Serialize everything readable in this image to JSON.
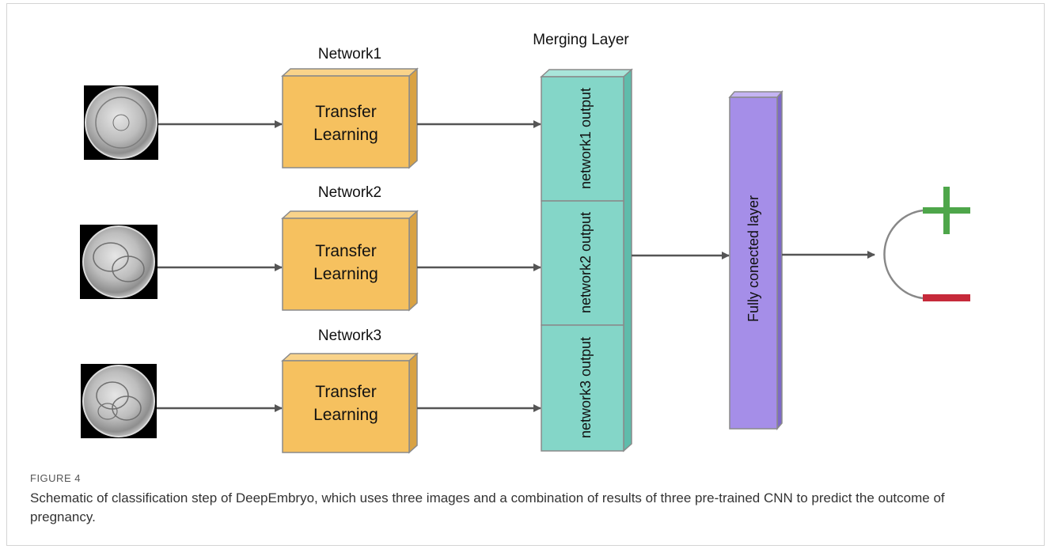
{
  "diagram": {
    "networks": [
      {
        "title": "Network1",
        "block_line1": "Transfer",
        "block_line2": "Learning"
      },
      {
        "title": "Network2",
        "block_line1": "Transfer",
        "block_line2": "Learning"
      },
      {
        "title": "Network3",
        "block_line1": "Transfer",
        "block_line2": "Learning"
      }
    ],
    "merging_layer": {
      "title": "Merging Layer",
      "outputs": [
        "network1 output",
        "network2 output",
        "network3 output"
      ]
    },
    "fc_layer": {
      "label": "Fully conected layer"
    },
    "outcome_symbols": {
      "positive": "+",
      "negative": "−"
    },
    "colors": {
      "transfer_block": "#f6c15f",
      "merging_layer": "#84d6c8",
      "fc_layer": "#a58ee8",
      "positive": "#4ea64a",
      "negative": "#c62a3a",
      "arrow": "#555555"
    }
  },
  "figure": {
    "label": "FIGURE 4",
    "caption": "Schematic of classification step of DeepEmbryo, which uses three images and a combination of results of three pre-trained CNN to predict the outcome of pregnancy."
  }
}
